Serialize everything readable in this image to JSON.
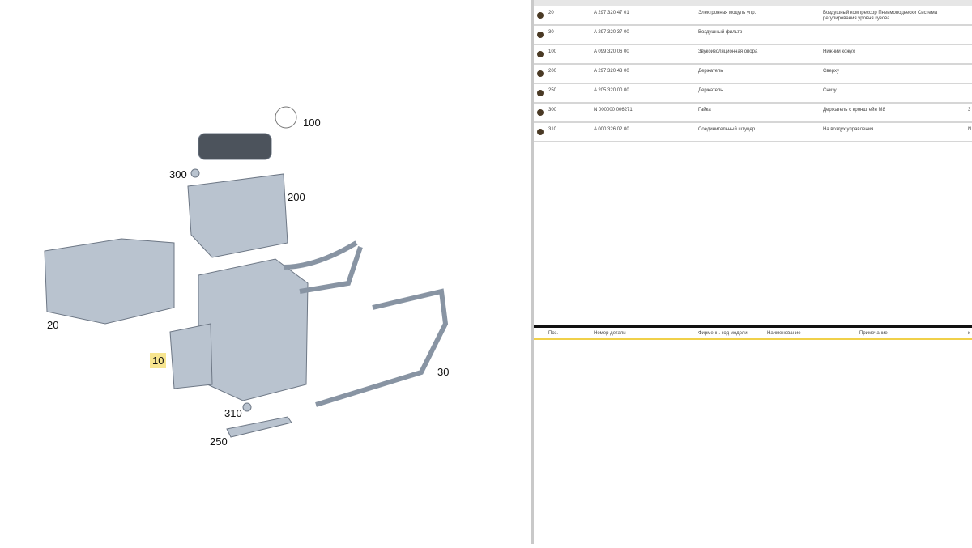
{
  "diagram": {
    "callouts": [
      "100",
      "300",
      "200",
      "20",
      "10",
      "30",
      "310",
      "250"
    ],
    "highlighted": "10"
  },
  "table": {
    "rows": [
      {
        "pos": "20",
        "part": "A 297 320 47 01",
        "name": "Электронная модуль упр.",
        "note": "Воздушный компрессор Пневмоподвески Система регулирования уровня кузова",
        "extra": ""
      },
      {
        "pos": "30",
        "part": "A 297 320 37 00",
        "name": "Воздушный фильтр",
        "note": "",
        "extra": ""
      },
      {
        "pos": "100",
        "part": "A 099 320 06 00",
        "name": "Звукоизоляционная опора",
        "note": "Нижний кожух",
        "extra": ""
      },
      {
        "pos": "200",
        "part": "A 297 320 43 00",
        "name": "Держатель",
        "note": "Сверху",
        "extra": ""
      },
      {
        "pos": "250",
        "part": "A 205 320 00 00",
        "name": "Держатель",
        "note": "Снизу",
        "extra": ""
      },
      {
        "pos": "300",
        "part": "N 000000 006271",
        "name": "Гайка",
        "note": "Держатель с кронштейн M8",
        "extra": "3"
      },
      {
        "pos": "310",
        "part": "A 000 326 02 00",
        "name": "Соединительный штуцер",
        "note": "На воздух управления",
        "extra": "N"
      }
    ],
    "header": {
      "pos": "Поз.",
      "part": "Номер детали",
      "code": "Фирменн. код модели",
      "name": "Наименование",
      "note": "Примечание",
      "extra": "к"
    }
  }
}
